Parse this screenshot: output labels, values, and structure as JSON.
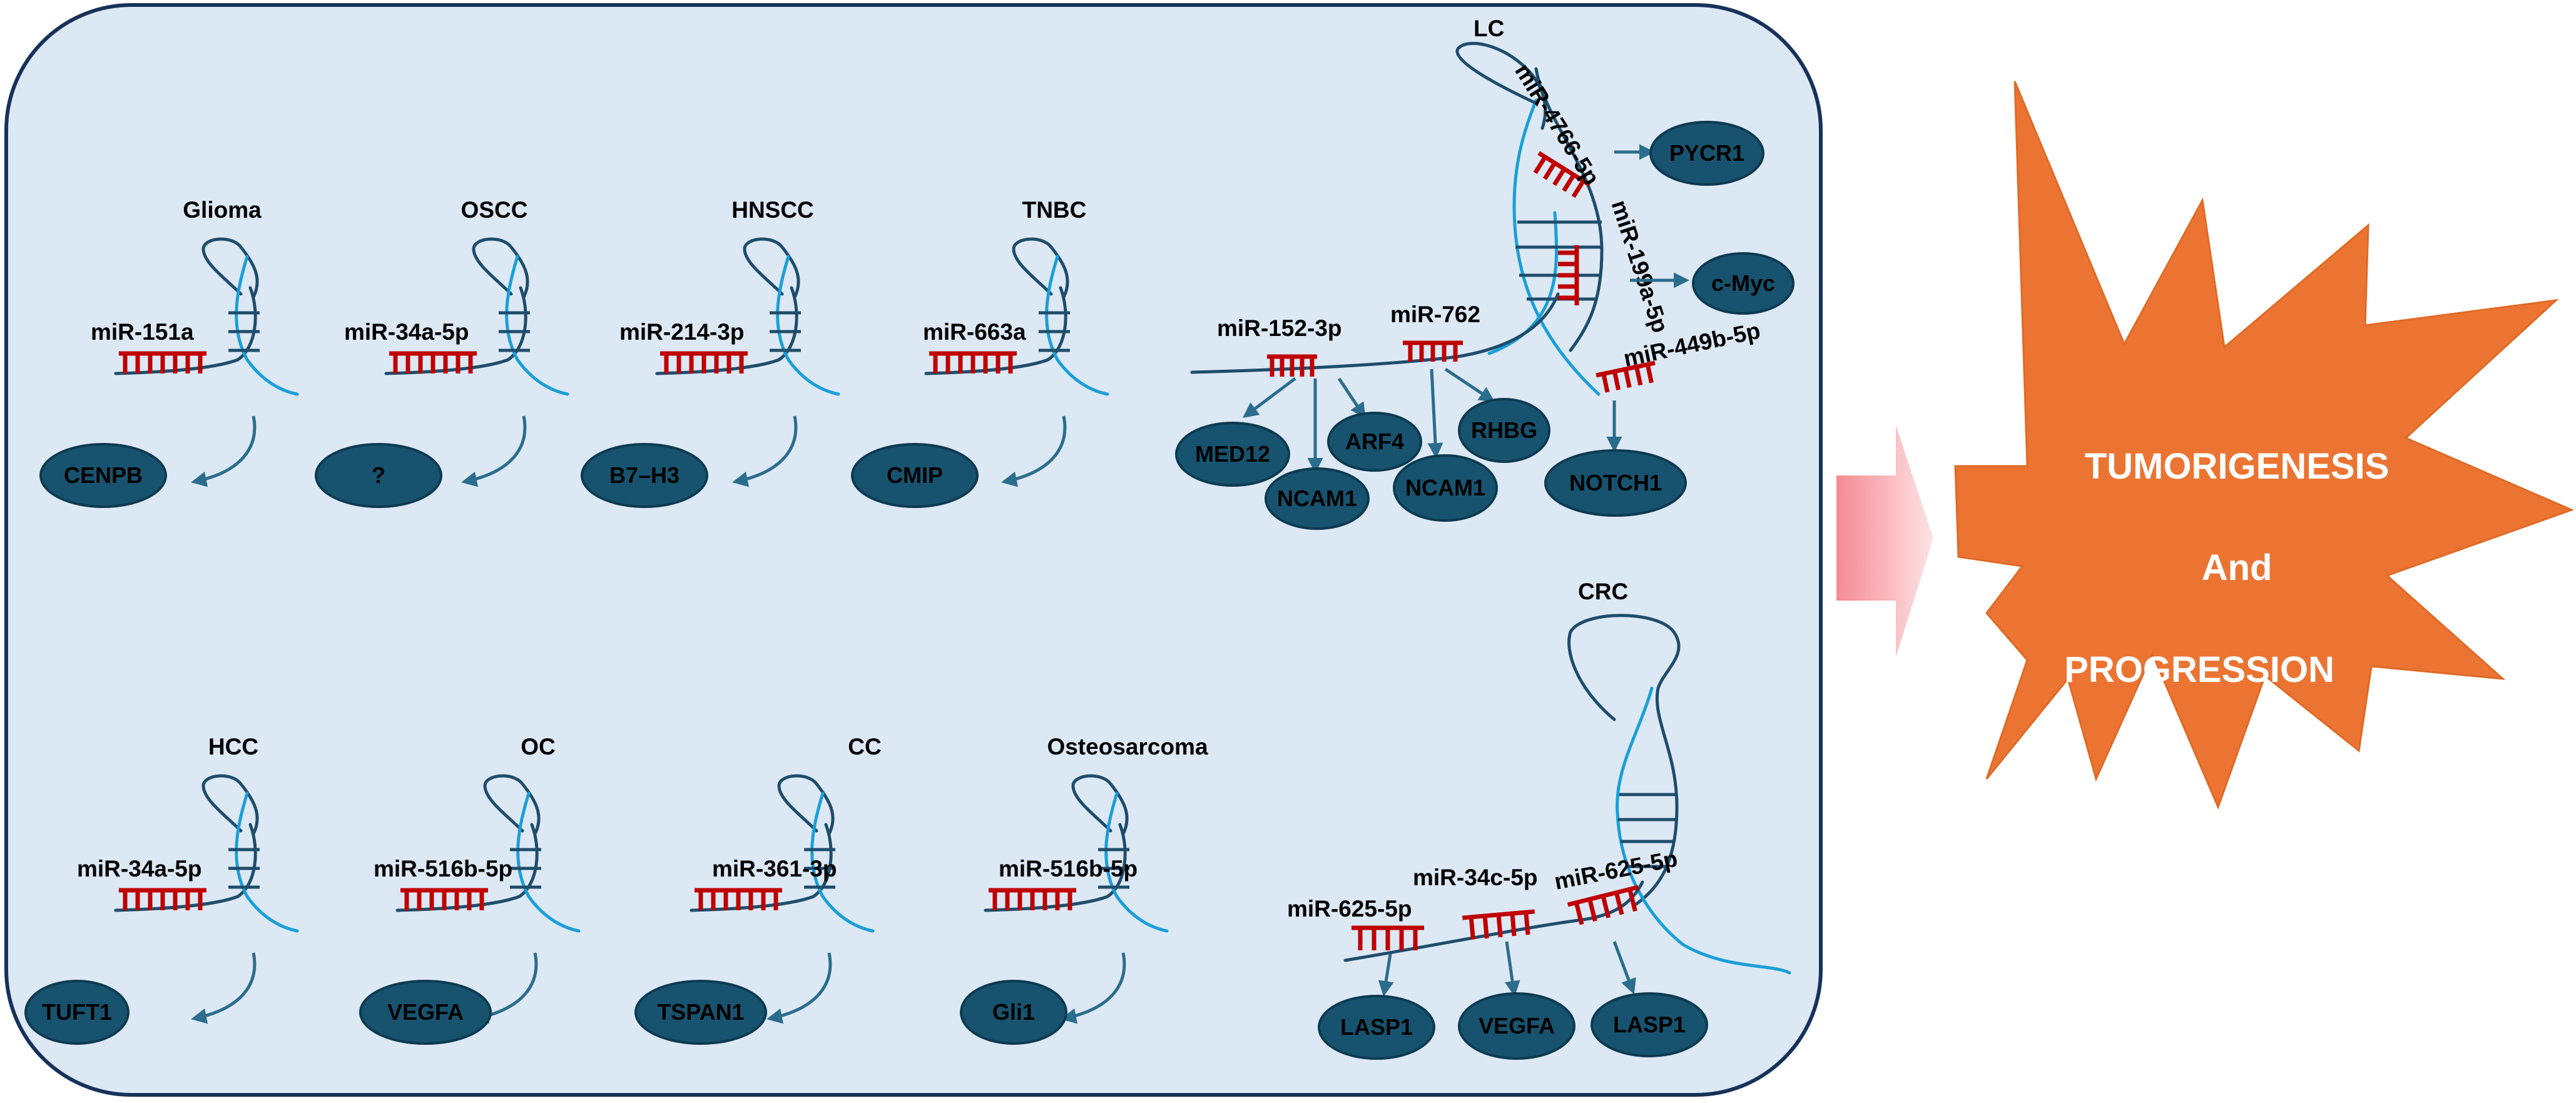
{
  "colors": {
    "panel_fill": "#dde8f5",
    "panel_stroke": "#17325a",
    "dark_strand": "#1e4d6b",
    "light_strand": "#1a9fd8",
    "mirna_red": "#c00000",
    "target_oval": "#17536f",
    "burst_orange": "#ec7432",
    "transition_arrow": "#f7a3a8"
  },
  "simple_units": [
    {
      "cancer": "Glioma",
      "mirna": "miR-151a",
      "target": "CENPB"
    },
    {
      "cancer": "OSCC",
      "mirna": "miR-34a-5p",
      "target": "?"
    },
    {
      "cancer": "HNSCC",
      "mirna": "miR-214-3p",
      "target": "B7–H3"
    },
    {
      "cancer": "TNBC",
      "mirna": "miR-663a",
      "target": "CMIP"
    },
    {
      "cancer": "HCC",
      "mirna": "miR-34a-5p",
      "target": "TUFT1"
    },
    {
      "cancer": "OC",
      "mirna": "miR-516b-5p",
      "target": "VEGFA"
    },
    {
      "cancer": "CC",
      "mirna": "miR-361-3p",
      "target": "TSPAN1"
    },
    {
      "cancer": "Osteosarcoma",
      "mirna": "miR-516b-5p",
      "target": "Gli1"
    }
  ],
  "lc": {
    "cancer": "LC",
    "mirnas": [
      "miR-152-3p",
      "miR-762",
      "miR-4766-5p",
      "miR-199a-5p",
      "miR-449b-5p"
    ],
    "targets": [
      "MED12",
      "NCAM1",
      "ARF4",
      "NCAM1",
      "RHBG",
      "PYCR1",
      "c-Myc",
      "NOTCH1"
    ]
  },
  "crc": {
    "cancer": "CRC",
    "mirnas": [
      "miR-625-5p",
      "miR-34c-5p",
      "miR-625-5p"
    ],
    "targets": [
      "LASP1",
      "VEGFA",
      "LASP1"
    ]
  },
  "outcome": {
    "line1": "TUMORIGENESIS",
    "line2": "And",
    "line3": "PROGRESSION"
  }
}
